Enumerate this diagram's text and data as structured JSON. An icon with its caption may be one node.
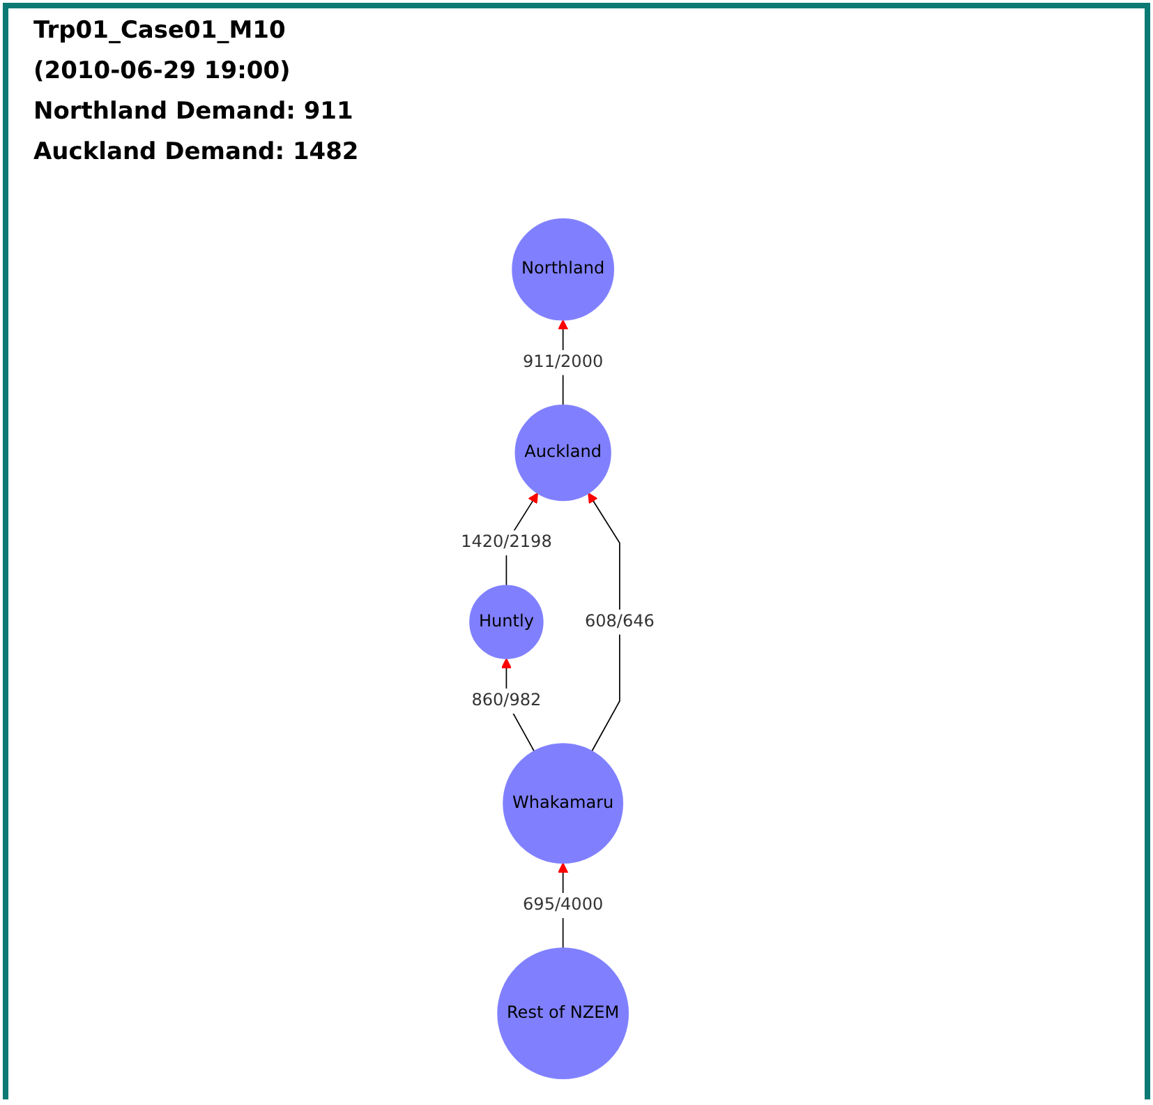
{
  "diagram": {
    "title": "Trp01_Case01_M10",
    "nodes": [
      {
        "text": [
          "Northland"
        ]
      },
      {
        "text": [
          "Auckland"
        ]
      },
      {
        "text": [
          "Huntly"
        ]
      },
      {
        "text": [
          "Whakamaru"
        ]
      },
      {
        "text": [
          "Rest of NZEM"
        ]
      }
    ],
    "edges": [
      {
        "from": 1,
        "to": 0,
        "arrow": "to",
        "label": "911/2000"
      },
      {
        "from": 2,
        "to": 1,
        "arrow": "to",
        "label": "1420/2198"
      },
      {
        "from": 3,
        "to": 1,
        "arrow": "to",
        "label": "608/646"
      },
      {
        "from": 3,
        "to": 2,
        "arrow": "to",
        "label": "860/982"
      },
      {
        "from": 4,
        "to": 3,
        "arrow": "to",
        "label": "695/4000"
      }
    ],
    "labels": [
      "(2010-06-29 19:00)",
      "Northland Demand: 911",
      "Auckland Demand: 1482"
    ]
  }
}
